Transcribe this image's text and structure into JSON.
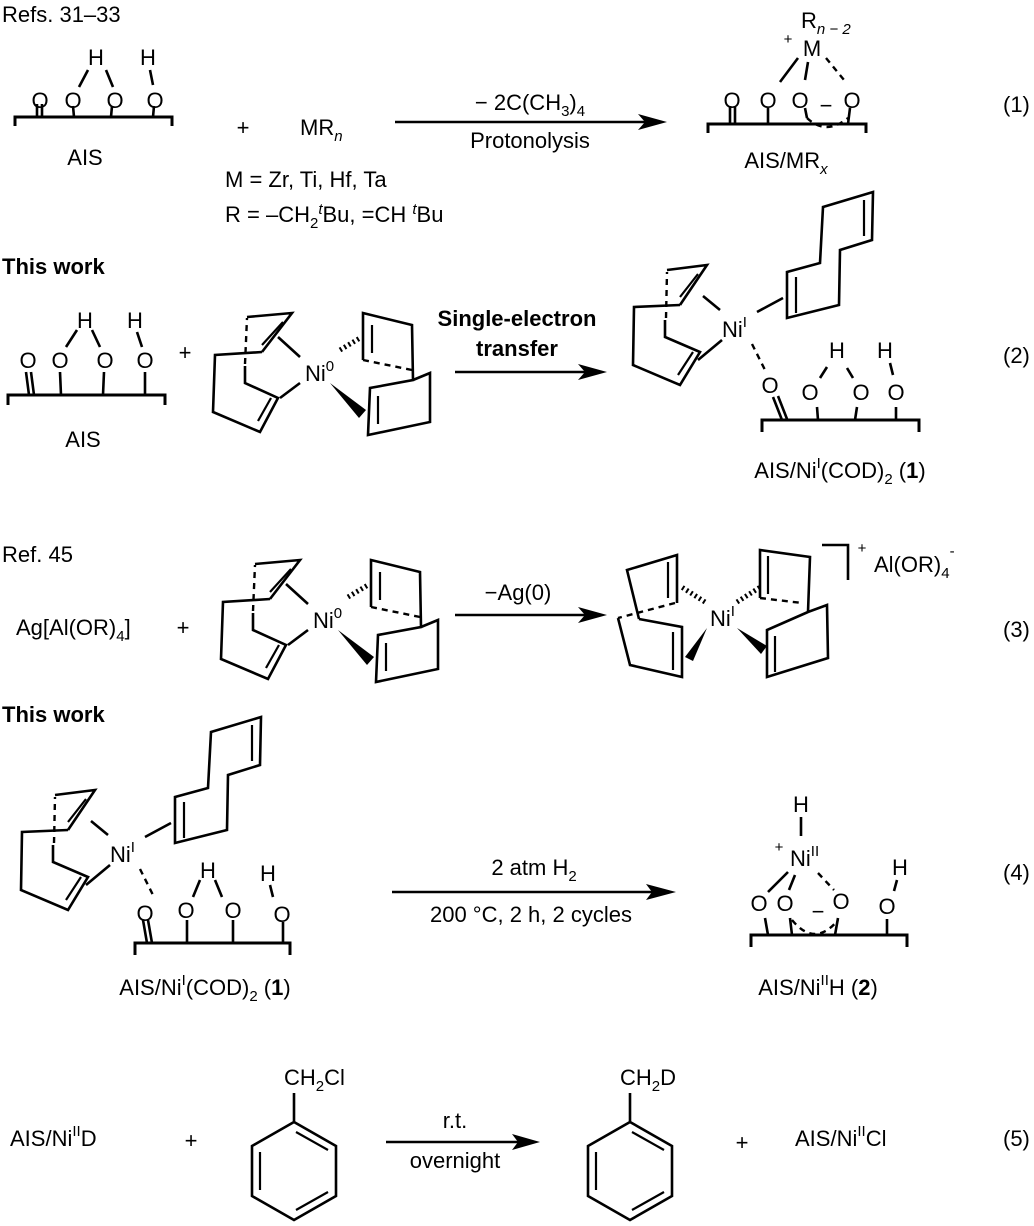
{
  "atoms": {
    "O": "O",
    "H": "H",
    "Ni": "Ni",
    "plus": "+",
    "minus": "−"
  },
  "ox": {
    "zero": "0",
    "one": "I",
    "two": "II"
  },
  "eq1": {
    "ref": "Refs. 31–33",
    "surface_label": "AIS",
    "reagent": {
      "main": "MR",
      "sub": "n"
    },
    "arrow_above": {
      "a": "− 2C(CH",
      "sub": "3",
      "b": ")",
      "sub2": "4"
    },
    "arrow_below": "Protonolysis",
    "m_def": "M = Zr, Ti, Hf, Ta",
    "r_def": {
      "a": "R = –CH",
      "sub": "2",
      "sup": "t",
      "b": "Bu, =CH ",
      "sup2": "t",
      "c": "Bu"
    },
    "product_metal": "M",
    "product_r": {
      "main": "R",
      "sub": "n − 2"
    },
    "product_label": {
      "main": "AIS/MR",
      "sub": "x"
    },
    "number": "(1)"
  },
  "eq2": {
    "heading": "This work",
    "surface_label": "AIS",
    "arrow_above_1": "Single-electron",
    "arrow_above_2": "transfer",
    "product_label": {
      "a": "AIS/Ni",
      "sup": "I",
      "b": "(COD)",
      "sub": "2",
      "c": "  (",
      "bold": "1",
      "d": ")"
    },
    "number": "(2)"
  },
  "eq3": {
    "ref": "Ref. 45",
    "reagent": {
      "a": "Ag[Al(OR)",
      "sub": "4",
      "b": "]"
    },
    "arrow_above": "−Ag(0)",
    "counter_ion": {
      "a": "Al(OR)",
      "sub": "4",
      "sup": "-"
    },
    "number": "(3)"
  },
  "eq4": {
    "heading": "This work",
    "reactant_label": {
      "a": "AIS/Ni",
      "sup": "I",
      "b": "(COD)",
      "sub": "2",
      "c": " (",
      "bold": "1",
      "d": ")"
    },
    "arrow_above": {
      "a": "2 atm H",
      "sub": "2"
    },
    "arrow_below": "200 °C, 2 h, 2 cycles",
    "product_label": {
      "a": "AIS/Ni",
      "sup": "II",
      "b": "H (",
      "bold": "2",
      "d": ")"
    },
    "number": "(4)"
  },
  "eq5": {
    "reactant": {
      "a": "AIS/Ni",
      "sup": "II",
      "b": "D"
    },
    "substrate_group": {
      "a": "CH",
      "sub": "2",
      "b": "Cl"
    },
    "arrow_above": "r.t.",
    "arrow_below": "overnight",
    "product_group": {
      "a": "CH",
      "sub": "2",
      "b": "D"
    },
    "byproduct": {
      "a": "AIS/Ni",
      "sup": "II",
      "b": "Cl"
    },
    "number": "(5)"
  }
}
